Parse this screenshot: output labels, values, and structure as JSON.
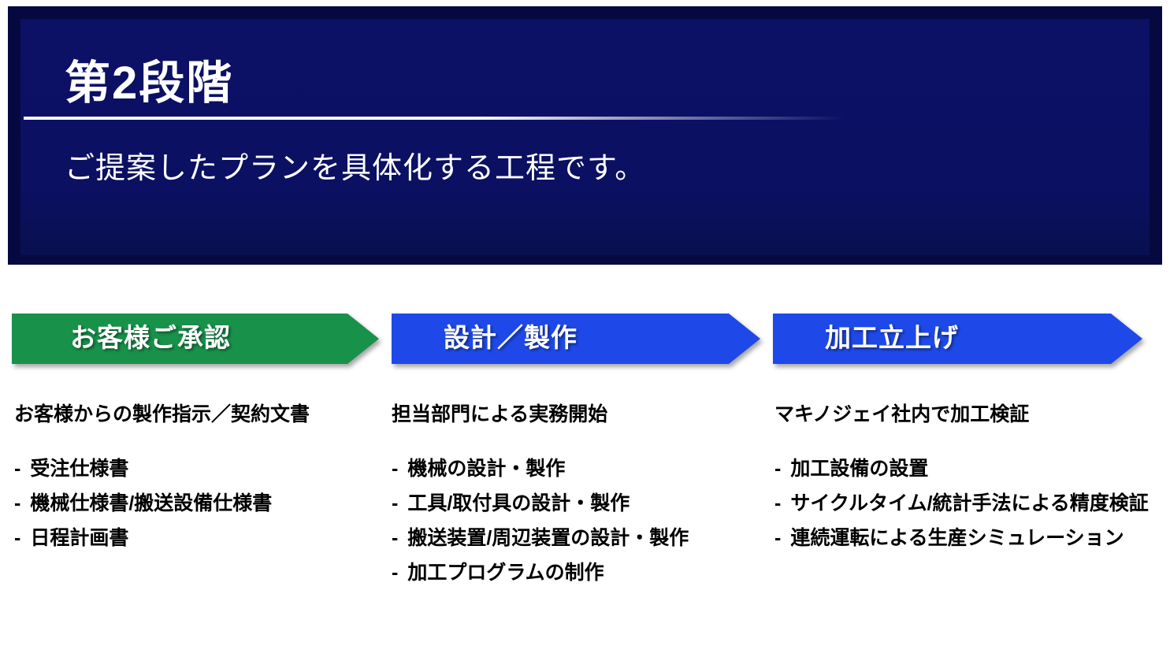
{
  "banner": {
    "title": "第2段階",
    "subtitle": "ご提案したプランを具体化する工程です。",
    "background_color": "#0b1062",
    "border_color": "#05093f",
    "text_color": "#ffffff"
  },
  "bullet": "-",
  "colors": {
    "step_green": "#18914a",
    "step_blue": "#1e49e8"
  },
  "columns": [
    {
      "header": "お客様ご承認",
      "header_color": "#18914a",
      "lead": "お客様からの製作指示／契約文書",
      "items": [
        "受注仕様書",
        "機械仕様書/搬送設備仕様書",
        "日程計画書"
      ]
    },
    {
      "header": "設計／製作",
      "header_color": "#1e49e8",
      "lead": "担当部門による実務開始",
      "items": [
        "機械の設計・製作",
        "工具/取付具の設計・製作",
        "搬送装置/周辺装置の設計・製作",
        "加工プログラムの制作"
      ]
    },
    {
      "header": "加工立上げ",
      "header_color": "#1e49e8",
      "lead": "マキノジェイ社内で加工検証",
      "items": [
        "加工設備の設置",
        "サイクルタイム/統計手法による精度検証",
        "連続運転による生産シミュレーション"
      ]
    }
  ]
}
